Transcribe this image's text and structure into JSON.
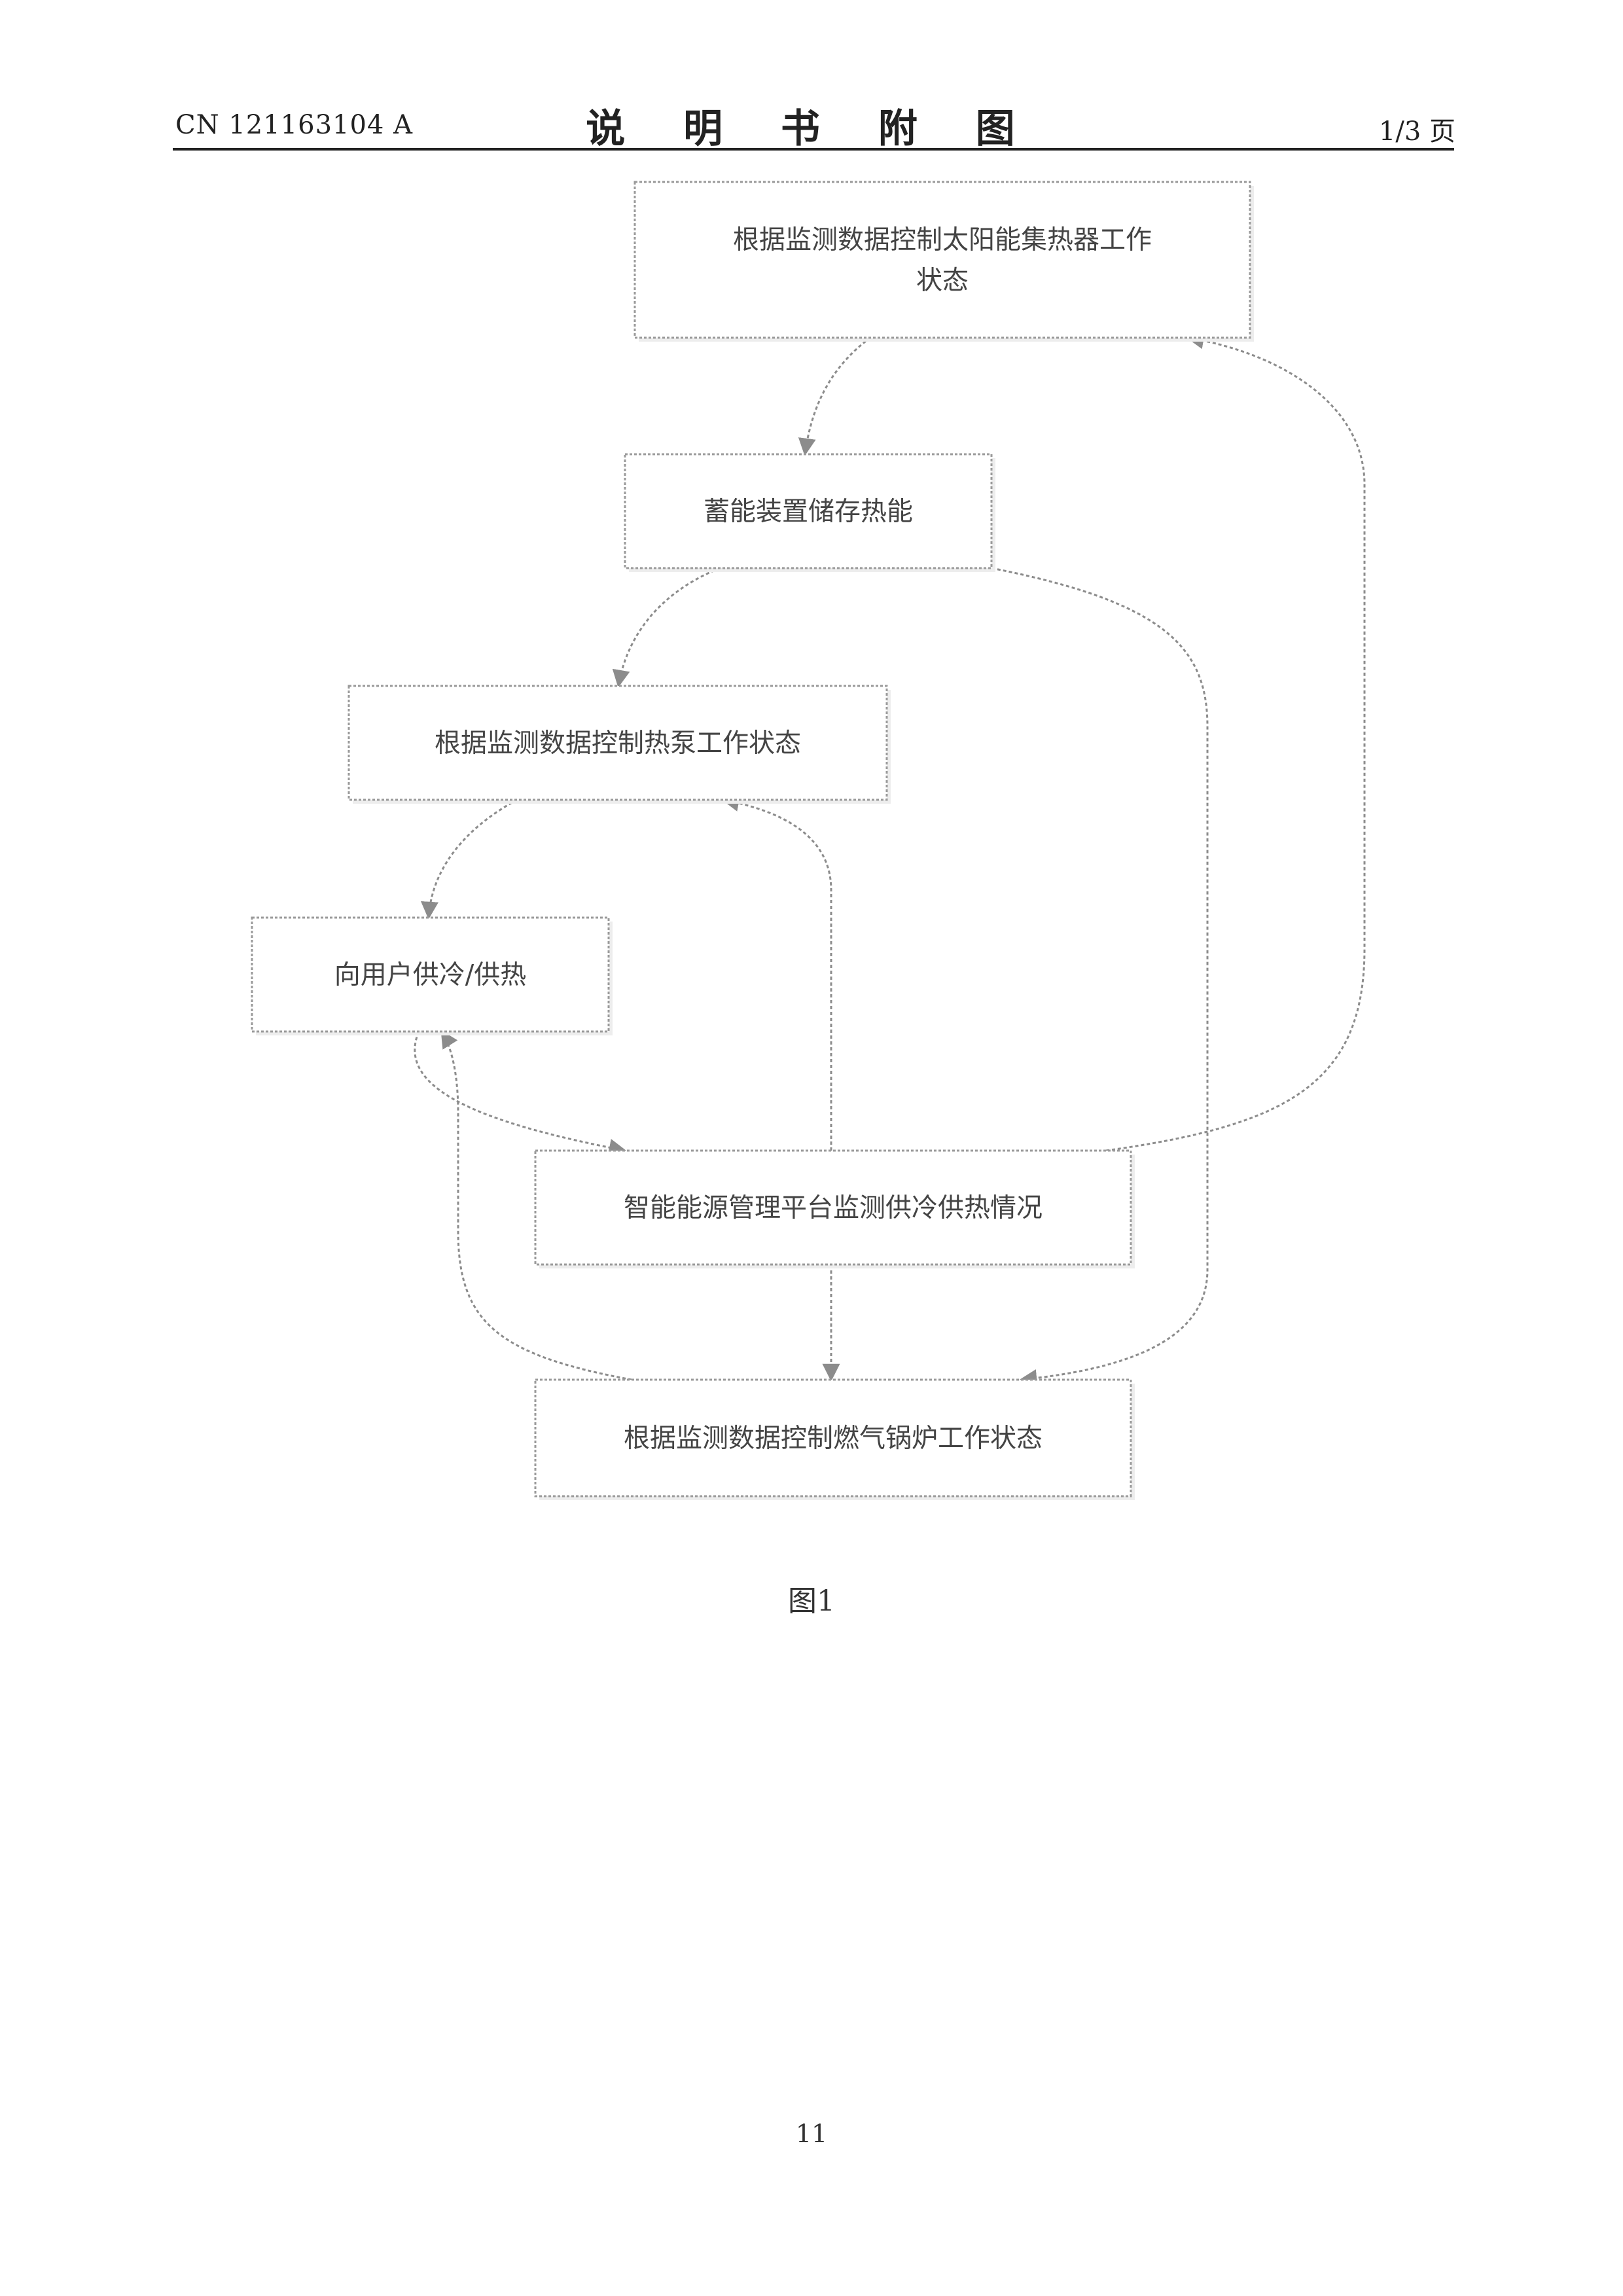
{
  "header": {
    "doc_number": "CN 121163104 A",
    "title": "说 明 书 附 图",
    "page_of": "1/3 页"
  },
  "diagram": {
    "nodes": [
      {
        "id": "solar",
        "lines": [
          "根据监测数据控制太阳能集热器工作",
          "状态"
        ]
      },
      {
        "id": "storage",
        "lines": [
          "蓄能装置储存热能"
        ]
      },
      {
        "id": "heat-pump",
        "lines": [
          "根据监测数据控制热泵工作状态"
        ]
      },
      {
        "id": "supply",
        "lines": [
          "向用户供冷/供热"
        ]
      },
      {
        "id": "platform",
        "lines": [
          "智能能源管理平台监测供冷供热情况"
        ]
      },
      {
        "id": "boiler",
        "lines": [
          "根据监测数据控制燃气锅炉工作状态"
        ]
      }
    ],
    "edges": [
      {
        "from": "solar",
        "to": "storage"
      },
      {
        "from": "storage",
        "to": "heat-pump"
      },
      {
        "from": "storage",
        "to": "boiler"
      },
      {
        "from": "heat-pump",
        "to": "supply"
      },
      {
        "from": "supply",
        "to": "platform"
      },
      {
        "from": "platform",
        "to": "heat-pump"
      },
      {
        "from": "platform",
        "to": "solar"
      },
      {
        "from": "platform",
        "to": "boiler"
      },
      {
        "from": "boiler",
        "to": "supply"
      }
    ],
    "line_color": "#8c8c8c",
    "box_border_color": "#9a9a9a"
  },
  "caption": "图1",
  "page_number": "11"
}
